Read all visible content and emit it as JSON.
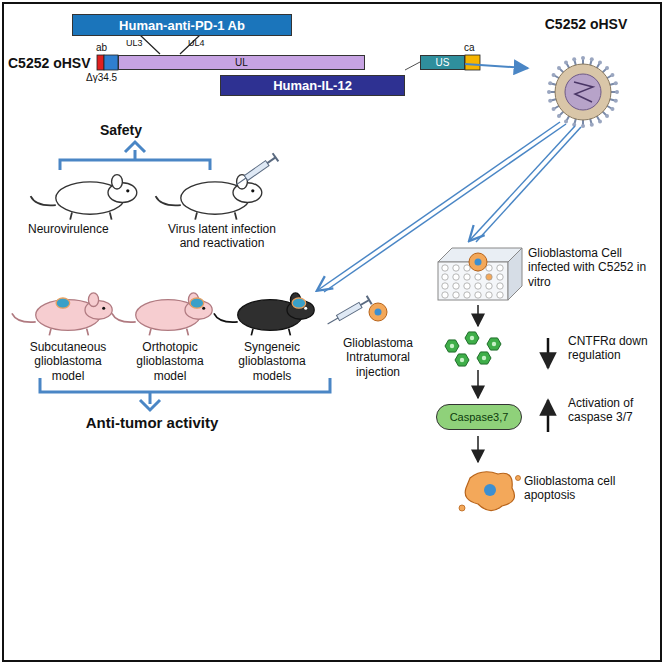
{
  "diagram": {
    "nodes": [
      {
        "text": [
          "Human-anti-PD-1 Ab"
        ]
      },
      {
        "text": [
          "Human-IL-12"
        ]
      },
      {
        "text": [
          "UL"
        ]
      },
      {
        "text": [
          "US"
        ]
      },
      {
        "text": [
          "C5252 oHSV"
        ]
      },
      {
        "text": [
          "Caspase3,7"
        ]
      }
    ],
    "edges": [
      {
        "from": 3,
        "to": 4,
        "arrow": "to"
      }
    ],
    "labels": [
      "C5252 oHSV",
      "ab",
      "Δγ34.5",
      "UL3",
      "UL4",
      "ca",
      "Safety",
      "Neurovirulence",
      "Virus latent infection and reactivation",
      "Glioblastoma Intratumoral injection",
      "Subcutaneous glioblastoma model",
      "Orthotopic glioblastoma model",
      "Syngeneic glioblastoma models",
      "Anti-tumor activity",
      "Glioblastoma Cell infected with C5252 in vitro",
      "CNTFRα down regulation",
      "Activation of caspase 3/7",
      "Glioblastoma cell apoptosis"
    ]
  }
}
